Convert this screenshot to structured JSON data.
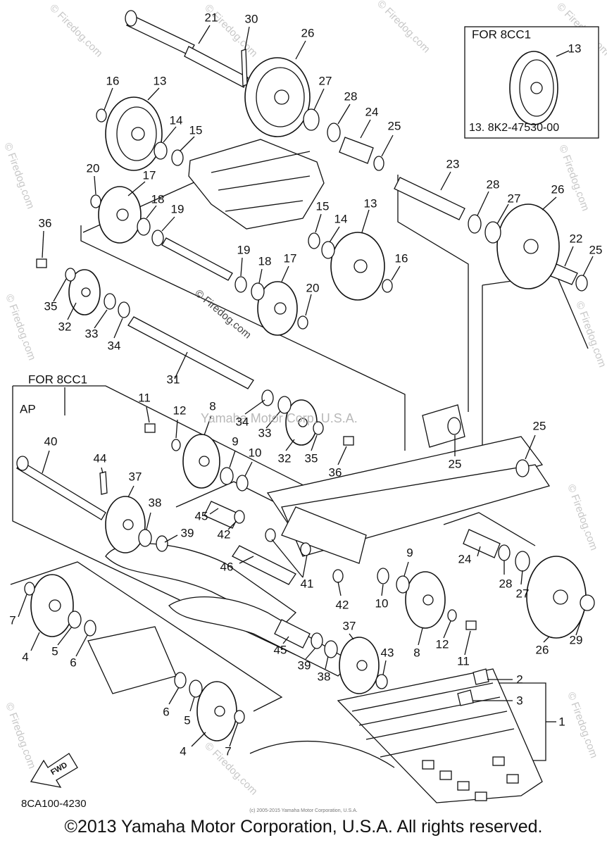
{
  "diagram": {
    "part_code": "8CA100-4230",
    "inset": {
      "title": "FOR 8CC1",
      "callout": "13",
      "part_number": "13. 8K2-47530-00"
    },
    "group_labels": {
      "for_model": "FOR 8CC1",
      "ap": "AP"
    },
    "fwd_label": "FWD",
    "watermark_center": "Yamaha Motor Corp, U.S.A.",
    "watermark_diag": "© Firedog.com",
    "watermark_edge": "© Firedog.com",
    "callouts": [
      {
        "id": "21",
        "text": "21"
      },
      {
        "id": "30",
        "text": "30"
      },
      {
        "id": "26a",
        "text": "26"
      },
      {
        "id": "16a",
        "text": "16"
      },
      {
        "id": "13a",
        "text": "13"
      },
      {
        "id": "27a",
        "text": "27"
      },
      {
        "id": "28a",
        "text": "28"
      },
      {
        "id": "14a",
        "text": "14"
      },
      {
        "id": "15a",
        "text": "15"
      },
      {
        "id": "24a",
        "text": "24"
      },
      {
        "id": "25a",
        "text": "25"
      },
      {
        "id": "20a",
        "text": "20"
      },
      {
        "id": "17a",
        "text": "17"
      },
      {
        "id": "23",
        "text": "23"
      },
      {
        "id": "18a",
        "text": "18"
      },
      {
        "id": "19a",
        "text": "19"
      },
      {
        "id": "28b",
        "text": "28"
      },
      {
        "id": "26b",
        "text": "26"
      },
      {
        "id": "27b",
        "text": "27"
      },
      {
        "id": "36a",
        "text": "36"
      },
      {
        "id": "15b",
        "text": "15"
      },
      {
        "id": "14b",
        "text": "14"
      },
      {
        "id": "13b",
        "text": "13"
      },
      {
        "id": "22",
        "text": "22"
      },
      {
        "id": "25b",
        "text": "25"
      },
      {
        "id": "19b",
        "text": "19"
      },
      {
        "id": "18b",
        "text": "18"
      },
      {
        "id": "17b",
        "text": "17"
      },
      {
        "id": "16b",
        "text": "16"
      },
      {
        "id": "35a",
        "text": "35"
      },
      {
        "id": "20b",
        "text": "20"
      },
      {
        "id": "32a",
        "text": "32"
      },
      {
        "id": "33a",
        "text": "33"
      },
      {
        "id": "34a",
        "text": "34"
      },
      {
        "id": "31",
        "text": "31"
      },
      {
        "id": "11a",
        "text": "11"
      },
      {
        "id": "12a",
        "text": "12"
      },
      {
        "id": "8a",
        "text": "8"
      },
      {
        "id": "34b",
        "text": "34"
      },
      {
        "id": "33b",
        "text": "33"
      },
      {
        "id": "25c",
        "text": "25"
      },
      {
        "id": "40",
        "text": "40"
      },
      {
        "id": "9a",
        "text": "9"
      },
      {
        "id": "10a",
        "text": "10"
      },
      {
        "id": "32b",
        "text": "32"
      },
      {
        "id": "35b",
        "text": "35"
      },
      {
        "id": "25d",
        "text": "25"
      },
      {
        "id": "44",
        "text": "44"
      },
      {
        "id": "36b",
        "text": "36"
      },
      {
        "id": "37a",
        "text": "37"
      },
      {
        "id": "38a",
        "text": "38"
      },
      {
        "id": "45a",
        "text": "45"
      },
      {
        "id": "42a",
        "text": "42"
      },
      {
        "id": "39a",
        "text": "39"
      },
      {
        "id": "46",
        "text": "46"
      },
      {
        "id": "41",
        "text": "41"
      },
      {
        "id": "24b",
        "text": "24"
      },
      {
        "id": "9b",
        "text": "9"
      },
      {
        "id": "28c",
        "text": "28"
      },
      {
        "id": "27c",
        "text": "27"
      },
      {
        "id": "42b",
        "text": "42"
      },
      {
        "id": "10b",
        "text": "10"
      },
      {
        "id": "7a",
        "text": "7"
      },
      {
        "id": "4a",
        "text": "4"
      },
      {
        "id": "5a",
        "text": "5"
      },
      {
        "id": "6a",
        "text": "6"
      },
      {
        "id": "8b",
        "text": "8"
      },
      {
        "id": "12b",
        "text": "12"
      },
      {
        "id": "29",
        "text": "29"
      },
      {
        "id": "26c",
        "text": "26"
      },
      {
        "id": "11b",
        "text": "11"
      },
      {
        "id": "45b",
        "text": "45"
      },
      {
        "id": "39b",
        "text": "39"
      },
      {
        "id": "38b",
        "text": "38"
      },
      {
        "id": "37b",
        "text": "37"
      },
      {
        "id": "43",
        "text": "43"
      },
      {
        "id": "2",
        "text": "2"
      },
      {
        "id": "3",
        "text": "3"
      },
      {
        "id": "1",
        "text": "1"
      },
      {
        "id": "6b",
        "text": "6"
      },
      {
        "id": "5b",
        "text": "5"
      },
      {
        "id": "4b",
        "text": "4"
      },
      {
        "id": "7b",
        "text": "7"
      }
    ]
  },
  "footer": {
    "copyright": "©2013 Yamaha Motor Corporation, U.S.A. All rights reserved.",
    "copyright_small": "(c) 2005-2015 Yamaha Motor Corporation, U.S.A."
  }
}
